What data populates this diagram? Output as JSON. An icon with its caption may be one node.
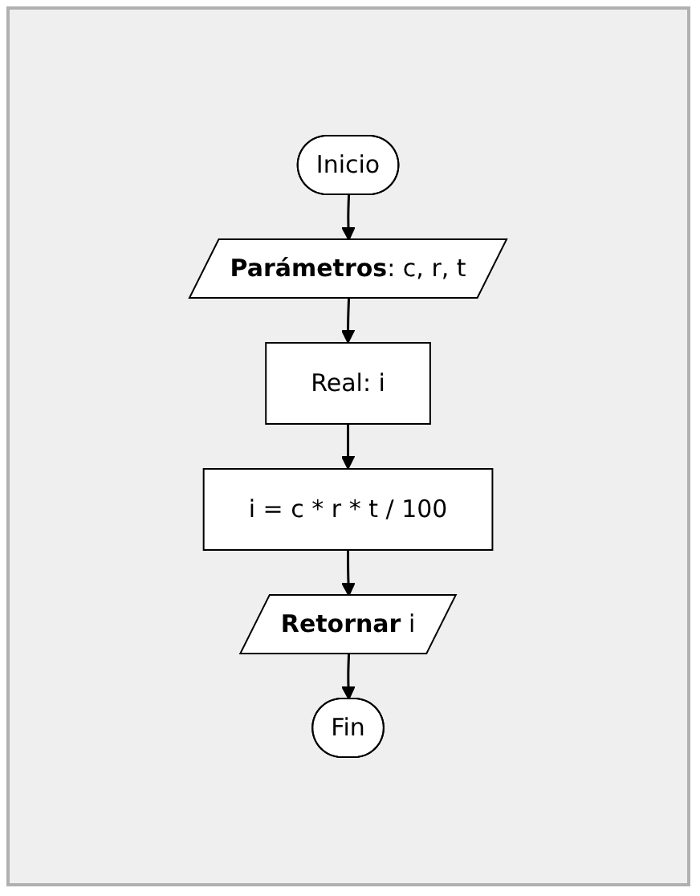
{
  "diagram": {
    "nodes": [
      {
        "text": [
          "Inicio"
        ]
      },
      {
        "text": [
          "**Parámetros**: c, r, t"
        ]
      },
      {
        "text": [
          "Real: i"
        ]
      },
      {
        "text": [
          "i = c * r * t / 100"
        ]
      },
      {
        "text": [
          "**Retornar** i"
        ]
      },
      {
        "text": [
          "Fin"
        ]
      }
    ],
    "edges": [
      {
        "from": 0,
        "to": 1,
        "arrow": "to"
      },
      {
        "from": 1,
        "to": 2,
        "arrow": "to"
      },
      {
        "from": 2,
        "to": 3,
        "arrow": "to"
      },
      {
        "from": 3,
        "to": 4,
        "arrow": "to"
      },
      {
        "from": 4,
        "to": 5,
        "arrow": "to"
      }
    ]
  }
}
